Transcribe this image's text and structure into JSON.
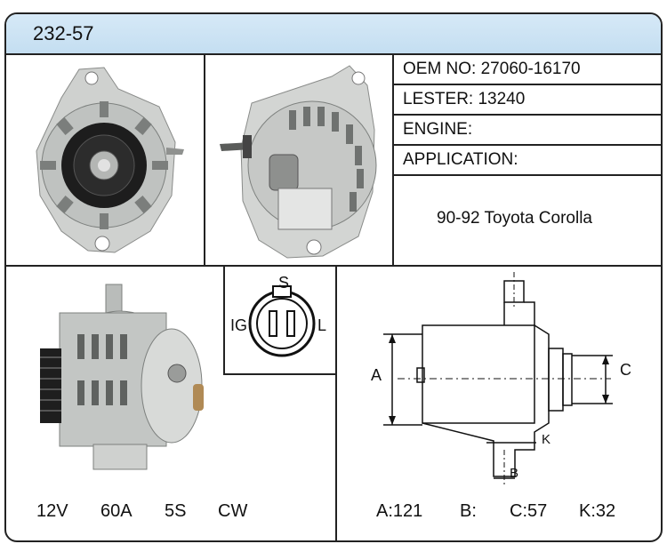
{
  "header": {
    "title": "232-57"
  },
  "info": {
    "oem": "OEM NO: 27060-16170",
    "lester": "LESTER: 13240",
    "engine": "ENGINE:",
    "application": "APPLICATION:",
    "application_value": "90-92 Toyota Corolla"
  },
  "connector": {
    "top_label": "S",
    "left_label": "IG",
    "right_label": "L"
  },
  "diagram": {
    "label_a": "A",
    "label_b": "B",
    "label_c": "C",
    "label_k": "K"
  },
  "specs": {
    "voltage": "12V",
    "amperage": "60A",
    "grooves": "5S",
    "rotation": "CW"
  },
  "dimensions": {
    "a": "A:121",
    "b": "B:",
    "c": "C:57",
    "k": "K:32"
  }
}
